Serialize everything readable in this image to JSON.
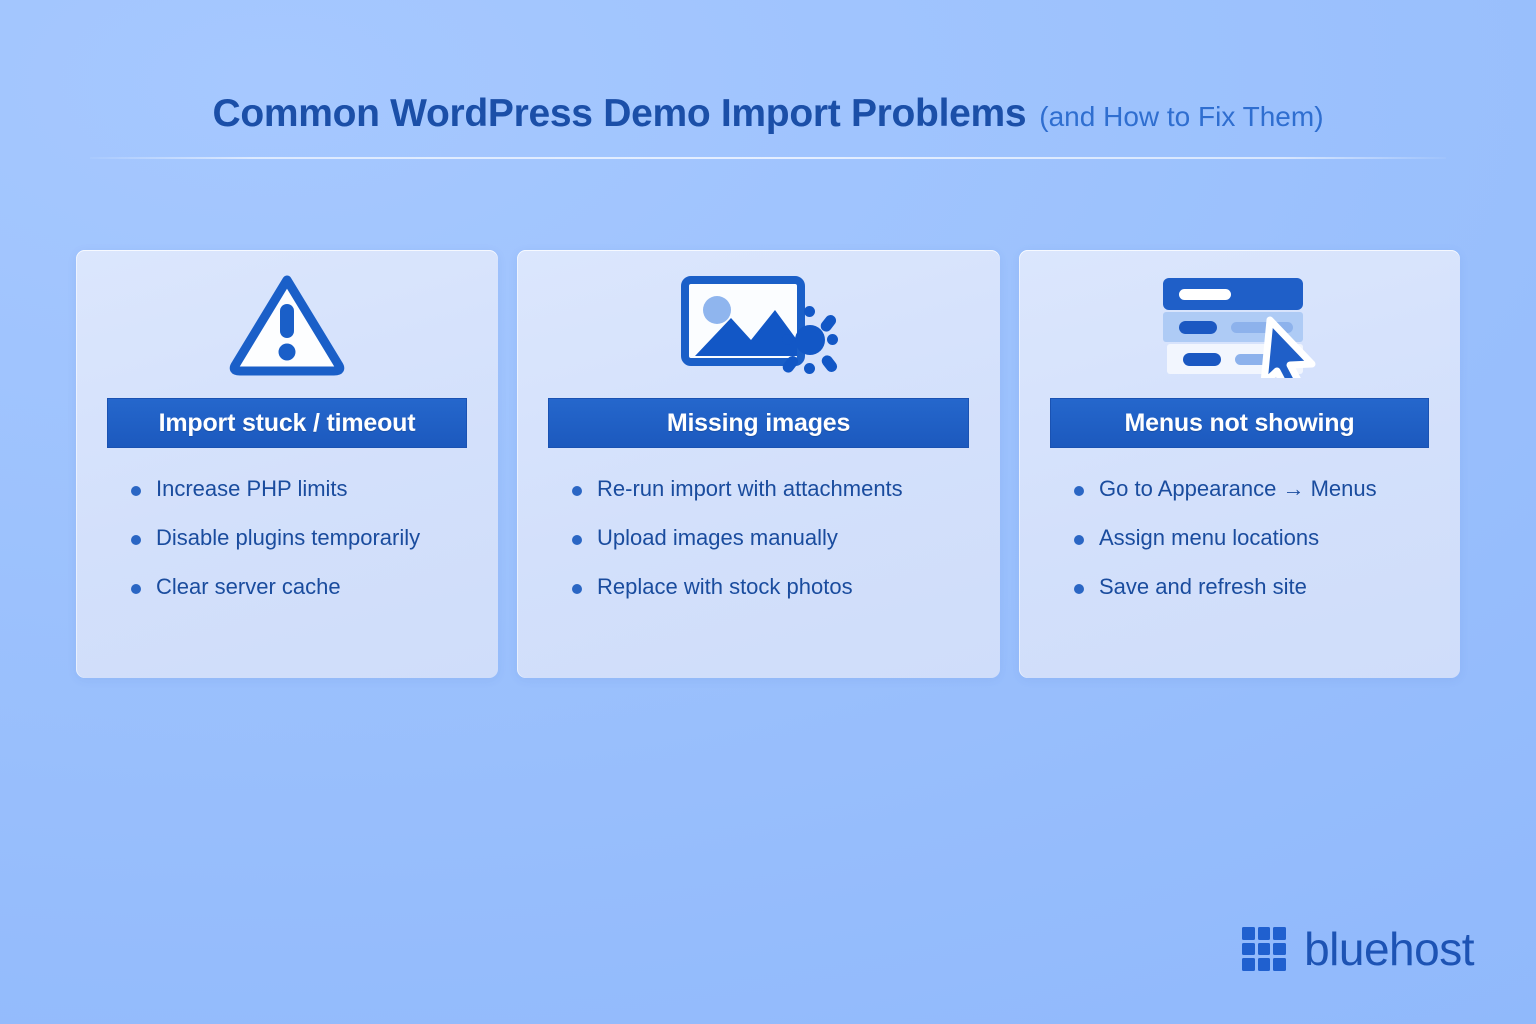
{
  "header": {
    "title": "Common WordPress Demo Import Problems",
    "subtitle": "(and How to Fix Them)"
  },
  "cards": [
    {
      "icon": "warning-triangle-icon",
      "heading": "Import stuck / timeout",
      "items": [
        "Increase PHP limits",
        "Disable plugins temporarily",
        "Clear server cache"
      ]
    },
    {
      "icon": "broken-image-icon",
      "heading": "Missing images",
      "items": [
        "Re-run import with attachments",
        "Upload images manually",
        "Replace with stock photos"
      ]
    },
    {
      "icon": "menu-list-cursor-icon",
      "heading": "Menus not showing",
      "items": [
        "Go to Appearance → Menus",
        "Assign menu locations",
        "Save and refresh site"
      ]
    }
  ],
  "logo": {
    "name": "bluehost",
    "mark": "grid-3x3-icon"
  },
  "colors": {
    "background": "#9dc2fd",
    "card_background": "#d6e2fa",
    "header_bar": "#1f5fc4",
    "title_text": "#1b4fa8",
    "subtitle_text": "#2f6ed0",
    "body_text": "#1a4c9e",
    "bullet": "#2a66c4",
    "accent_blue": "#1a5fc8",
    "logo_blue": "#1d53b4"
  }
}
